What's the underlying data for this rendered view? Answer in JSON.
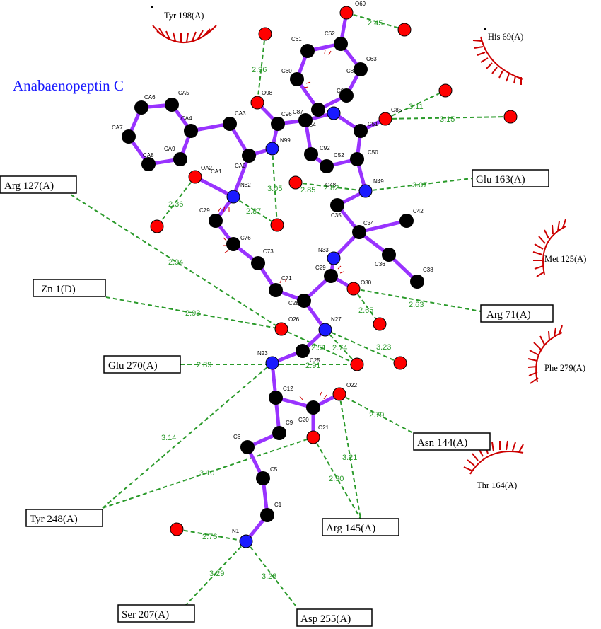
{
  "title": "Anabaenopeptin C",
  "colors": {
    "carbon": "#000000",
    "nitrogen": "#1a1aff",
    "oxygen": "#ff0000",
    "bond": "#9933ff",
    "hbond": "#2a9a2a",
    "hydrophobic": "#cc0000",
    "title": "#1a1aff"
  },
  "labels": {
    "O69": "O69",
    "C62": "C62",
    "C61": "C61",
    "C63": "C63",
    "C8": "C8",
    "C60": "C60",
    "O98": "O98",
    "C96": "C96",
    "C87": "C87",
    "C54": "C54",
    "C64": "C64",
    "N99": "N99",
    "O85": "O85",
    "C51": "C51",
    "C50": "C50",
    "C92": "C92",
    "C52": "C52",
    "CA3": "CA3",
    "CA4": "CA4",
    "CA5": "CA5",
    "CA6": "CA6",
    "CA7": "CA7",
    "CA8": "CA8",
    "CA9": "CA9",
    "CA0": "CA0",
    "CA1": "CA1",
    "OA2": "OA2",
    "N82": "N82",
    "O48": "O48",
    "N49": "N49",
    "C79": "C79",
    "C76": "C76",
    "C73": "C73",
    "C35": "C35",
    "C34": "C34",
    "C42": "C42",
    "N33": "N33",
    "C36": "C36",
    "C38": "C38",
    "C29": "C29",
    "O30": "O30",
    "C71": "C71",
    "C28": "C28",
    "O26": "O26",
    "N27": "N27",
    "C25": "C25",
    "N23": "N23",
    "C12": "C12",
    "O22": "O22",
    "C20": "C20",
    "O21": "O21",
    "C6": "C6",
    "C9": "C9",
    "C5": "C5",
    "C1": "C1",
    "N1": "N1"
  },
  "residues": {
    "arg127": "Arg 127(A)",
    "zn1": "Zn  1(D)",
    "glu270": "Glu 270(A)",
    "glu163": "Glu 163(A)",
    "arg71": "Arg 71(A)",
    "asn144": "Asn 144(A)",
    "tyr248": "Tyr 248(A)",
    "arg145": "Arg 145(A)",
    "ser207": "Ser 207(A)",
    "asp255": "Asp 255(A)"
  },
  "hydrophobic": {
    "tyr198": "Tyr 198(A)",
    "his69": "His 69(A)",
    "met125": "Met 125(A)",
    "phe279": "Phe 279(A)",
    "thr164": "Thr 164(A)"
  },
  "distances": {
    "d_o69_w": "2.45",
    "d_o98_w": "2.96",
    "d_o85_w1": "3.11",
    "d_o85_w2": "3.15",
    "d_n49_glu163": "3.07",
    "d_o48": "2.85",
    "d_o48_b": "2.82",
    "d_n82_w": "2.87",
    "d_n99_w": "3.05",
    "d_oa2_w": "2.36",
    "d_arg127": "2.94",
    "d_zn": "2.93",
    "d_o30_w": "2.65",
    "d_o30_arg71": "2.63",
    "d_n27_w": "3.23",
    "d_glu270": "2.89",
    "d_o26_w": "2.51",
    "d_n27_w2": "2.74",
    "d_c25_w": "2.91",
    "d_asn144": "2.79",
    "d_tyr248_n23": "3.14",
    "d_tyr248_o21": "3.10",
    "d_arg145_o22": "3.21",
    "d_arg145_o21": "2.90",
    "d_n1_w": "2.76",
    "d_ser207": "3.29",
    "d_asp255": "3.28"
  }
}
